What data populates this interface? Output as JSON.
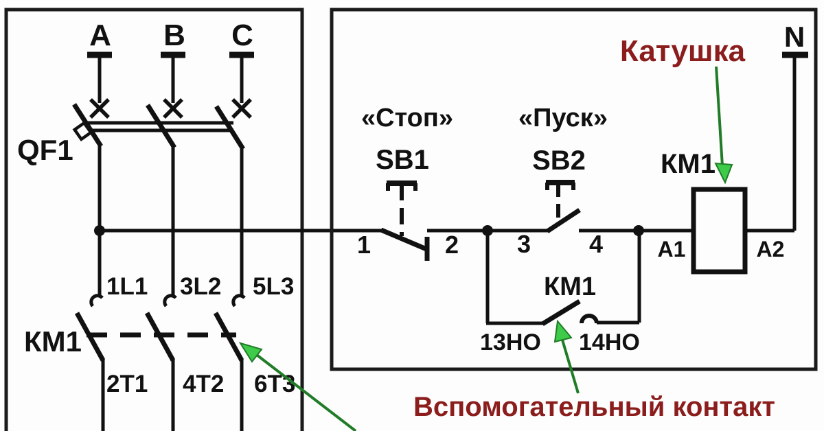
{
  "diagram": {
    "power": {
      "phases": [
        "A",
        "B",
        "C"
      ],
      "breaker": "QF1",
      "contactor": "КМ1",
      "upper_terminals": [
        "1L1",
        "3L2",
        "5L3"
      ],
      "lower_terminals": [
        "2T1",
        "4T2",
        "6T3"
      ]
    },
    "control": {
      "stop_caption": "«Стоп»",
      "stop_name": "SB1",
      "start_caption": "«Пуск»",
      "start_name": "SB2",
      "contact_numbers": [
        "1",
        "2",
        "3",
        "4"
      ],
      "aux_name": "КМ1",
      "aux_terminals": [
        "13НО",
        "14НО"
      ],
      "coil_name": "КМ1",
      "coil_terminals": [
        "А1",
        "А2"
      ],
      "neutral": "N"
    },
    "annotations": {
      "coil_note": "Катушка",
      "aux_note": "Вспомогательный контакт"
    },
    "colors": {
      "line": "#111111",
      "note_red": "#8b1d1d",
      "arrow_green": "#217c28",
      "arrow_fill": "#3ecb4a"
    }
  }
}
